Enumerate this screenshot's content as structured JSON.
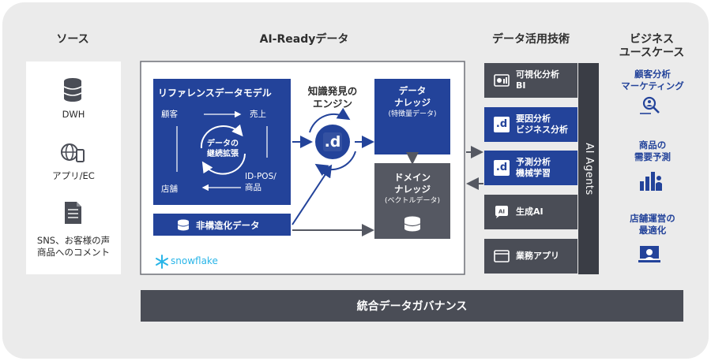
{
  "headers": {
    "source": "ソース",
    "ai_ready": "AI-Readyデータ",
    "tech": "データ活用技術",
    "business_line1": "ビジネス",
    "business_line2": "ユースケース"
  },
  "sources": [
    {
      "label": "DWH",
      "icon": "database-icon"
    },
    {
      "label": "アプリ/EC",
      "icon": "globe-phone-icon"
    },
    {
      "label_line1": "SNS、お客様の声",
      "label_line2": "商品へのコメント",
      "icon": "document-icon"
    }
  ],
  "reference_model": {
    "title": "リファレンスデータモデル",
    "customer": "顧客",
    "sales": "売上",
    "store": "店舗",
    "idpos": "ID-POS/",
    "product": "商品",
    "cycle_line1": "データの",
    "cycle_line2": "継続拡張"
  },
  "unstructured": "非構造化データ",
  "snowflake": "snowflake",
  "engine": {
    "title_line1": "知識発見の",
    "title_line2": "エンジン",
    "logo": ".d"
  },
  "data_knowledge": {
    "line1": "データ",
    "line2": "ナレッジ",
    "sub": "(特徴量データ)"
  },
  "domain_knowledge": {
    "line1": "ドメイン",
    "line2": "ナレッジ",
    "sub": "(ベクトルデータ)"
  },
  "tools": [
    {
      "line1": "可視化分析",
      "line2": "BI",
      "icon": "dashboard-icon",
      "style": "gray"
    },
    {
      "line1": "要因分析",
      "line2": "ビジネス分析",
      "icon": "d-logo-icon",
      "style": "blue"
    },
    {
      "line1": "予測分析",
      "line2": "機械学習",
      "icon": "d-logo-icon",
      "style": "blue"
    },
    {
      "line1": "生成AI",
      "line2": "",
      "icon": "ai-chat-icon",
      "style": "gray"
    },
    {
      "line1": "業務アプリ",
      "line2": "",
      "icon": "app-window-icon",
      "style": "gray"
    }
  ],
  "ai_agents": "AI Agents",
  "business": [
    {
      "line1": "顧客分析",
      "line2": "マーケティング",
      "icon": "magnifier-person-icon"
    },
    {
      "line1": "商品の",
      "line2": "需要予測",
      "icon": "bar-person-icon"
    },
    {
      "line1": "店舗運営の",
      "line2": "最適化",
      "icon": "presenter-icon"
    }
  ],
  "governance": "統合データガバナンス",
  "colors": {
    "navy": "#23439a",
    "dark_gray": "#4a4d56",
    "bg": "#ebebeb",
    "snowflake_blue": "#29b5e8"
  }
}
